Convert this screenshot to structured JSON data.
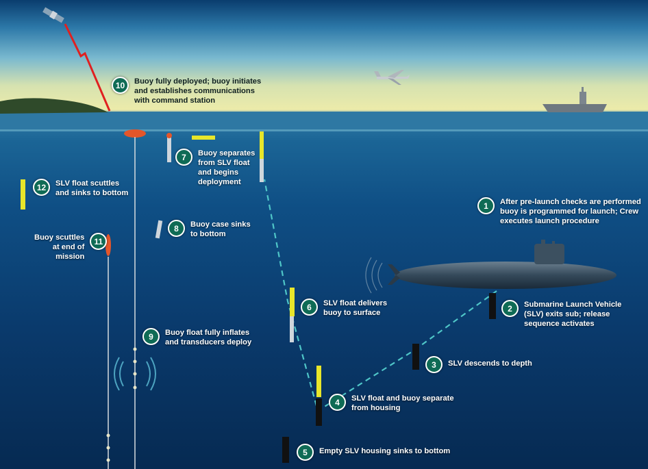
{
  "steps": [
    {
      "num": "1",
      "text": "After pre-launch checks are performed\nbuoy is programmed for launch; Crew\nexecutes launch procedure"
    },
    {
      "num": "2",
      "text": "Submarine Launch Vehicle\n(SLV) exits sub; release\nsequence activates"
    },
    {
      "num": "3",
      "text": "SLV descends to depth"
    },
    {
      "num": "4",
      "text": "SLV float and buoy separate\nfrom housing"
    },
    {
      "num": "5",
      "text": "Empty SLV housing sinks to bottom"
    },
    {
      "num": "6",
      "text": "SLV float delivers\nbuoy to surface"
    },
    {
      "num": "7",
      "text": "Buoy separates\nfrom SLV float\nand begins\ndeployment"
    },
    {
      "num": "8",
      "text": "Buoy case sinks\nto bottom"
    },
    {
      "num": "9",
      "text": "Buoy float fully inflates\nand transducers deploy"
    },
    {
      "num": "10",
      "text": "Buoy fully deployed; buoy initiates\nand establishes communications\nwith command station"
    },
    {
      "num": "11",
      "text": "Buoy scuttles\nat end of\nmission"
    },
    {
      "num": "12",
      "text": "SLV float scuttles\nand sinks to bottom"
    }
  ],
  "colors": {
    "badge": "#0f6b55",
    "float": "#e8e62a",
    "dashed_path": "#4fc6c8",
    "buoy": "#e4562a"
  },
  "icons": [
    "satellite-icon",
    "aircraft-icon",
    "aircraft-carrier-icon",
    "submarine-icon",
    "sonar-waves-icon"
  ]
}
